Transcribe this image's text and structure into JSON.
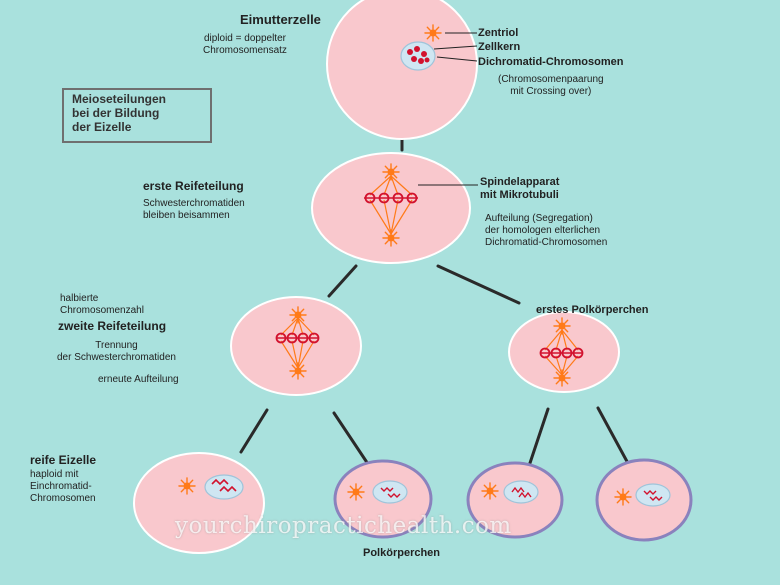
{
  "colors": {
    "background": "#a9e1dd",
    "cell_fill": "#f9c8cd",
    "cell_border": "#ffffff",
    "polar_border": "#8a82bd",
    "centriole": "#ff7a18",
    "chromosome": "#d2122e",
    "nucleus": "#cfe6f2"
  },
  "labels": {
    "eimutterzelle": "Eimutterzelle",
    "diploid": "diploid = doppelter\nChromosomensatz",
    "zentriol": "Zentriol",
    "zellkern": "Zellkern",
    "dichromatid": "Dichromatid-Chromosomen",
    "chromosomenpaarung": "(Chromosomenpaarung\nmit Crossing over)",
    "box_title": [
      "Meioseteilungen",
      "bei der Bildung",
      "der Eizelle"
    ],
    "erste_reifeteilung": "erste Reifeteilung",
    "schwesterchromatiden": "Schwesterchromatiden\nbleiben beisammen",
    "spindelapparat": "Spindelapparat\nmit Mikrotubuli",
    "aufteilung": "Aufteilung (Segregation)\nder homologen elterlichen\nDichromatid-Chromosomen",
    "halbierte": "halbierte\nChromosomenzahl",
    "zweite_reifeteilung": "zweite Reifeteilung",
    "trennung": "Trennung\nder Schwesterchromatiden",
    "erneute": "erneute Aufteilung",
    "erstes_polkoerperchen": "erstes Polkörperchen",
    "reife_eizelle": "reife Eizelle",
    "haploid": "haploid mit\nEinchromatid-\nChromosomen",
    "polkoerperchen": "Polkörperchen"
  },
  "watermark": "yourchiropractichealth.com"
}
